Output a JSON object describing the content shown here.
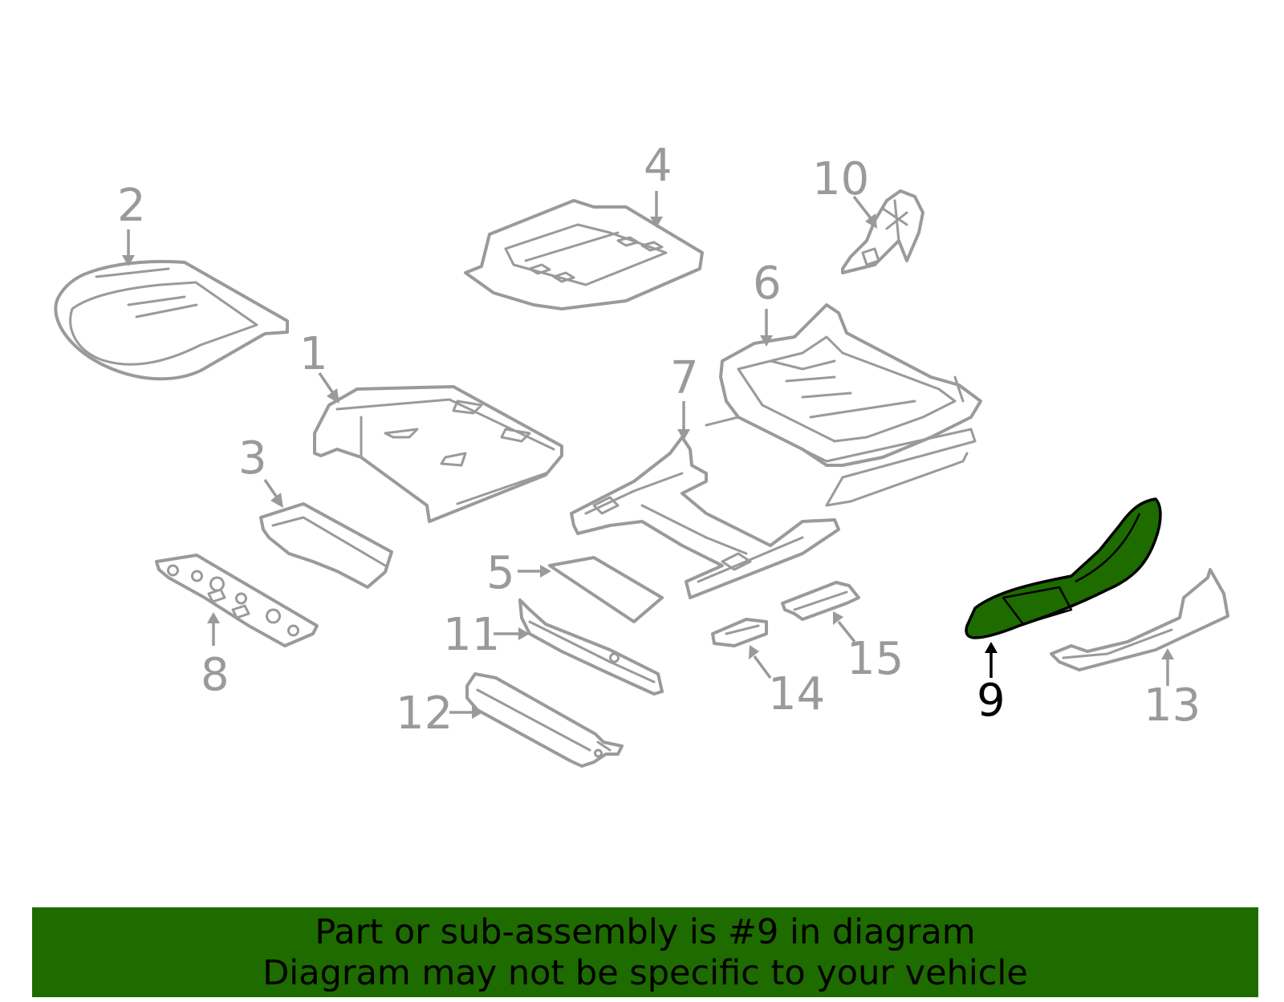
{
  "highlight_color": "#1e6b00",
  "line_color": "#9a9a9a",
  "callouts": {
    "c1": "1",
    "c2": "2",
    "c3": "3",
    "c4": "4",
    "c5": "5",
    "c6": "6",
    "c7": "7",
    "c8": "8",
    "c9": "9",
    "c10": "10",
    "c11": "11",
    "c12": "12",
    "c13": "13",
    "c14": "14",
    "c15": "15"
  },
  "highlighted_part": "9",
  "banner": {
    "line1": "Part or sub-assembly is #9 in diagram",
    "line2": "Diagram may not be specific to your vehicle"
  }
}
